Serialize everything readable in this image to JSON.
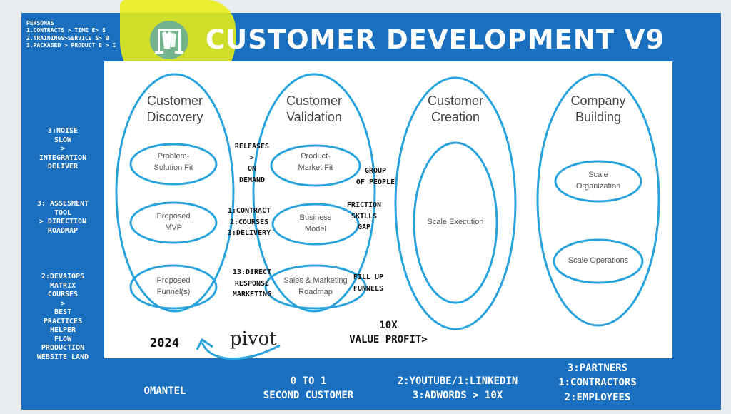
{
  "title": "CUSTOMER DEVELOPMENT V9",
  "top_left": {
    "lines": "PERSONAS\n1.CONTRACTS > TIME E> S\n2.TRAININGS>SERVICE S> B\n3.PACKAGED > PRODUCT B > I"
  },
  "left_notes": [
    "3:NOISE\nSLOW\n>\nINTEGRATION\nDELIVER",
    "3: ASSESMENT\nTOOL\n> DIRECTION\nROADMAP",
    "2:DEVAIOPS\nMATRIX\nCOURSES\n>\nBEST\nPRACTICES\nHELPER\nFLOW\nPRODUCTION\nWEBSITE LAND"
  ],
  "columns": [
    {
      "title": "Customer\nDiscovery",
      "items": [
        "Problem-\nSolution Fit",
        "Proposed\nMVP",
        "Proposed\nFunnel(s)"
      ]
    },
    {
      "title": "Customer\nValidation",
      "items": [
        "Product-\nMarket Fit",
        "Business\nModel",
        "Sales & Marketing\nRoadmap"
      ]
    },
    {
      "title": "Customer\nCreation",
      "items": [
        "Scale Execution"
      ]
    },
    {
      "title": "Company\nBuilding",
      "items": [
        "Scale\nOrganization",
        "Scale Operations"
      ]
    }
  ],
  "annotations": {
    "releases": "RELEASES\n>\nON\nDEMAND",
    "contract": "1:CONTRACT\n2:COURSES\n3:DELIVERY",
    "direct": "13:DIRECT\nRESPONSE\nMARKETING",
    "group": "GROUP\nOF PEOPLE",
    "friction": "FRICTION\nSKILLS\nGAP",
    "fill": "FILL UP\nFUNNELS",
    "year": "2024",
    "pivot": "pivot",
    "value": "10X\nVALUE PROFIT>"
  },
  "bottom": {
    "omantel": "OMANTEL",
    "zero": "0 TO 1\nSECOND CUSTOMER",
    "youtube": "2:YOUTUBE/1:LINKEDIN\n3:ADWORDS > 10X",
    "partners": "3:PARTNERS\n1:CONTRACTORS\n2:EMPLOYEES"
  },
  "colors": {
    "frame_blue": "#1a6fbf",
    "circle_stroke": "#29a3dc",
    "highlight": "#e8ee14",
    "white_panel": "#ffffff"
  },
  "icons": {
    "logo": "clothes-rack-icon",
    "pivot_arrow": "curved-arrow-icon"
  }
}
